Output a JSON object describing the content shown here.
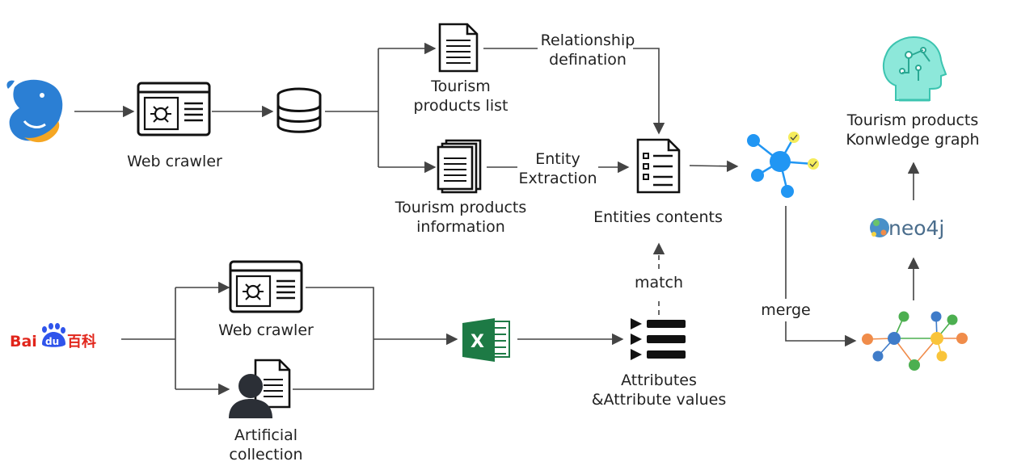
{
  "labels": {
    "web_crawler_top": "Web crawler",
    "tourism_products_list": [
      "Tourism",
      "products list"
    ],
    "tourism_products_information": [
      "Tourism products",
      "information"
    ],
    "relationship_definition": [
      "Relationship",
      "defination"
    ],
    "entity_extraction": [
      "Entity",
      "Extraction"
    ],
    "entities_contents": "Entities contents",
    "knowledge_graph": [
      "Tourism products",
      "Konwledge graph"
    ],
    "web_crawler_bottom": "Web crawler",
    "artificial_collection": [
      "Artificial",
      "collection"
    ],
    "match": "match",
    "merge": "merge",
    "attributes": [
      "Attributes",
      "&Attribute values"
    ]
  },
  "logos": {
    "baidu": {
      "left": "Bai",
      "middle": "du",
      "right": "百科"
    },
    "neo4j": "neo4j",
    "excel": "X"
  },
  "colors": {
    "ctrip_blue": "#2b7fd4",
    "ctrip_orange": "#f5a623",
    "baidu_red": "#e1251b",
    "baidu_blue": "#2f54eb",
    "excel_green": "#1d7a45",
    "node_blue": "#2196f3",
    "node_yellow": "#f5ec5b",
    "brain_teal": "#5ed6c4",
    "neo4j_text": "#4a6d8c",
    "graph_orange": "#f08c4a",
    "graph_green": "#4caf50",
    "graph_blue": "#3f7cc9",
    "graph_yellow": "#f9c43a"
  }
}
